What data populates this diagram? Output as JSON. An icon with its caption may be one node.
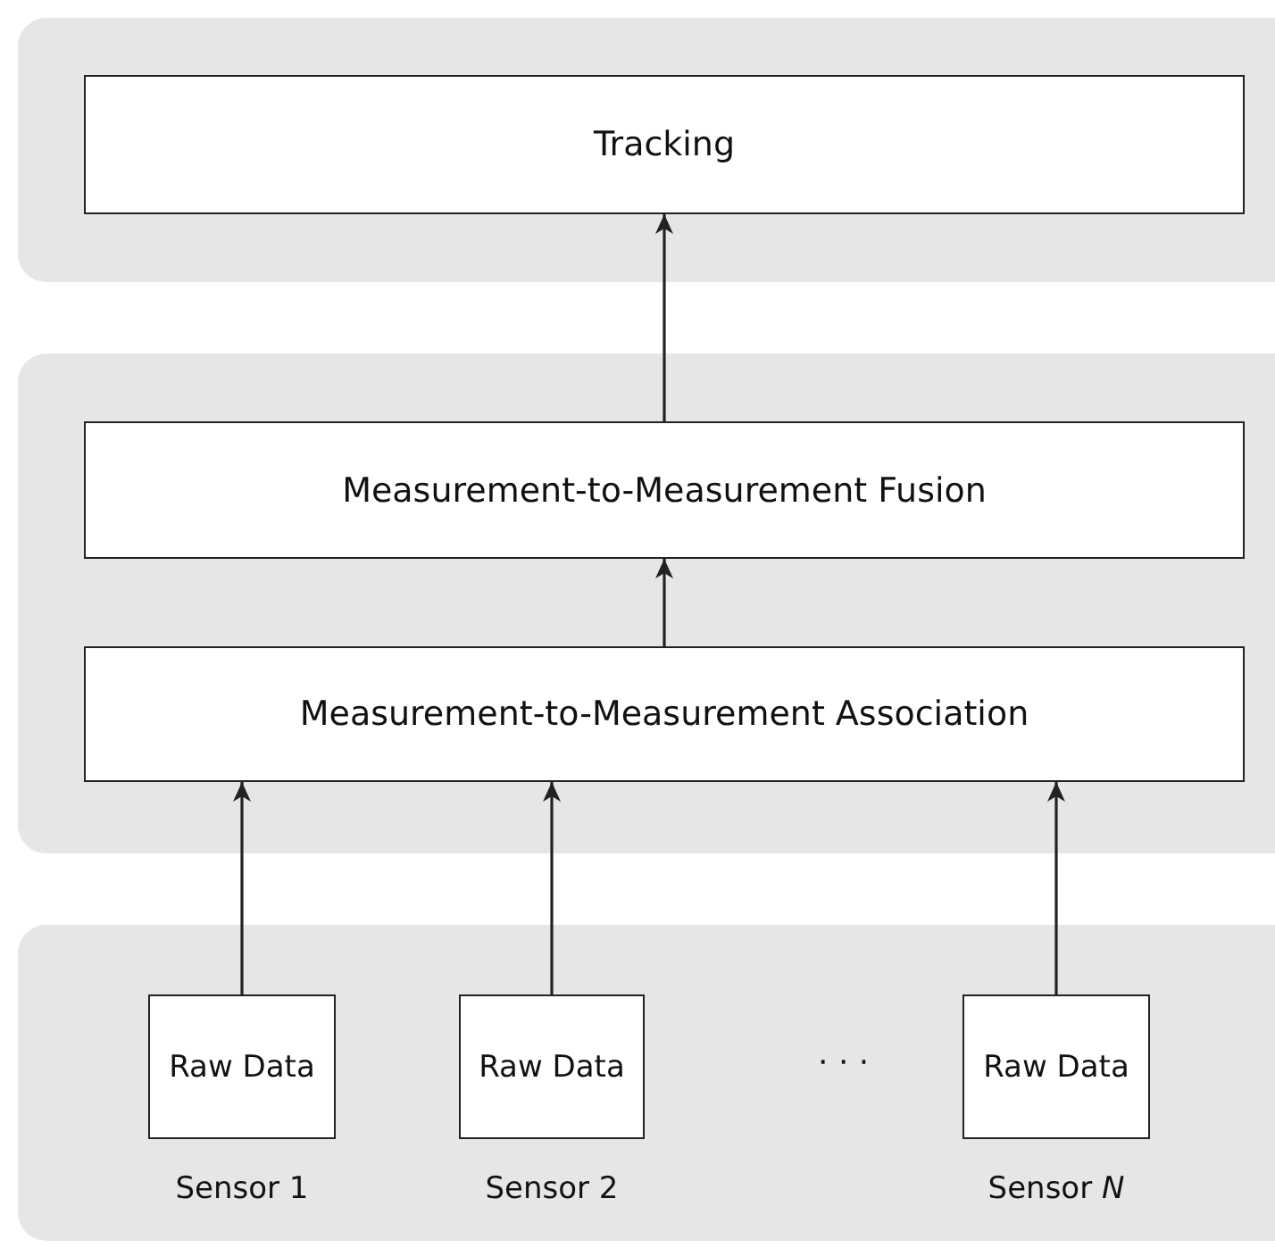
{
  "diagram": {
    "nodes": [
      {
        "text": [],
        "shape": "box"
      },
      {
        "text": [
          "Tracking"
        ],
        "in": 0
      },
      {
        "text": [],
        "shape": "box"
      },
      {
        "text": [
          "Measurement-to-Measurement Fusion"
        ],
        "in": 2
      },
      {
        "text": [
          "Measurement-to-Measurement Association"
        ],
        "in": 2
      },
      {
        "text": [],
        "shape": "box"
      },
      {
        "text": [
          "Raw Data"
        ],
        "in": 5,
        "beside": [
          "Sensor 1"
        ]
      },
      {
        "text": [
          "Raw Data"
        ],
        "in": 5,
        "beside": [
          "Sensor 2"
        ]
      },
      {
        "text": [
          "Raw Data"
        ],
        "in": 5,
        "beside": [
          "Sensor *N*"
        ]
      }
    ],
    "edges": [
      {
        "from": 6,
        "to": 4,
        "arrow": "to"
      },
      {
        "from": 7,
        "to": 4,
        "arrow": "to"
      },
      {
        "from": 8,
        "to": 4,
        "arrow": "to"
      },
      {
        "from": 4,
        "to": 3,
        "arrow": "to"
      },
      {
        "from": 3,
        "to": 1,
        "arrow": "to"
      }
    ],
    "labels": [
      "· · ·"
    ]
  }
}
